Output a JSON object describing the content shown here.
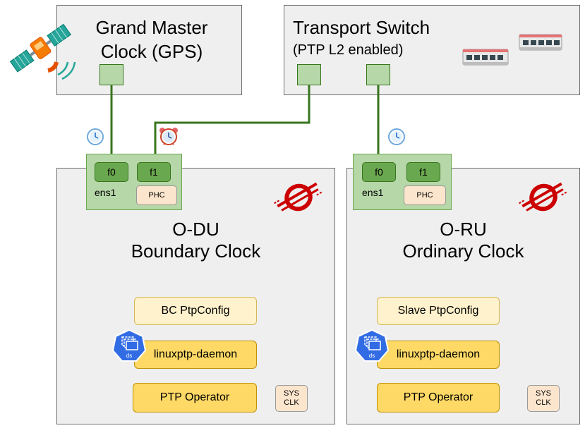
{
  "grandmaster": {
    "line1": "Grand Master",
    "line2": "Clock (GPS)"
  },
  "switch": {
    "line1": "Transport Switch",
    "line2": "(PTP L2 enabled)"
  },
  "odu": {
    "line1": "O-DU",
    "line2": "Boundary Clock",
    "nic_label": "ens1",
    "port0": "f0",
    "port1": "f1",
    "phc": "PHC",
    "config": "BC PtpConfig",
    "daemon": "linuxptp-daemon",
    "operator": "PTP Operator",
    "sysclk_line1": "SYS",
    "sysclk_line2": "CLK",
    "ds_badge": "ds"
  },
  "oru": {
    "line1": "O-RU",
    "line2": "Ordinary Clock",
    "nic_label": "ens1",
    "port0": "f0",
    "port1": "f1",
    "phc": "PHC",
    "config": "Slave PtpConfig",
    "daemon": "linuxptp-daemon",
    "operator": "PTP Operator",
    "sysclk_line1": "SYS",
    "sysclk_line2": "CLK",
    "ds_badge": "ds"
  },
  "colors": {
    "link": "#38761d",
    "port": "#6aa84f",
    "nic": "#b6d7a8",
    "box": "#efefef",
    "config": "#fff2cc",
    "operator": "#ffd966",
    "chip": "#fce5cd",
    "redhat": "#cc0000",
    "k8s": "#326ce5"
  },
  "icons": [
    "satellite-icon",
    "clock-icon",
    "alarm-clock-icon",
    "network-switch-icon",
    "redhat-logo-icon",
    "kubernetes-daemonset-icon"
  ]
}
